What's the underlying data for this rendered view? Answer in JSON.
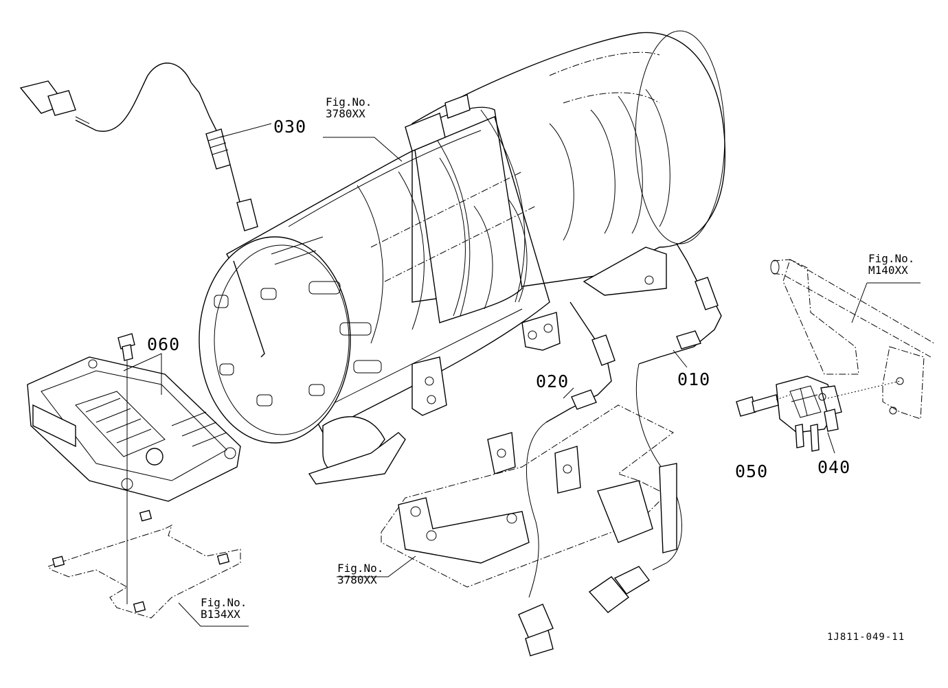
{
  "parts": [
    {
      "id": "010",
      "label": "010"
    },
    {
      "id": "020",
      "label": "020"
    },
    {
      "id": "030",
      "label": "030"
    },
    {
      "id": "040",
      "label": "040"
    },
    {
      "id": "050",
      "label": "050"
    },
    {
      "id": "060",
      "label": "060"
    }
  ],
  "figure_refs": [
    {
      "line1": "Fig.No.",
      "line2": "3780XX"
    },
    {
      "line1": "Fig.No.",
      "line2": "M140XX"
    },
    {
      "line1": "Fig.No.",
      "line2": "3780XX"
    },
    {
      "line1": "Fig.No.",
      "line2": "B134XX"
    }
  ],
  "drawing_id": "1J811-049-11"
}
